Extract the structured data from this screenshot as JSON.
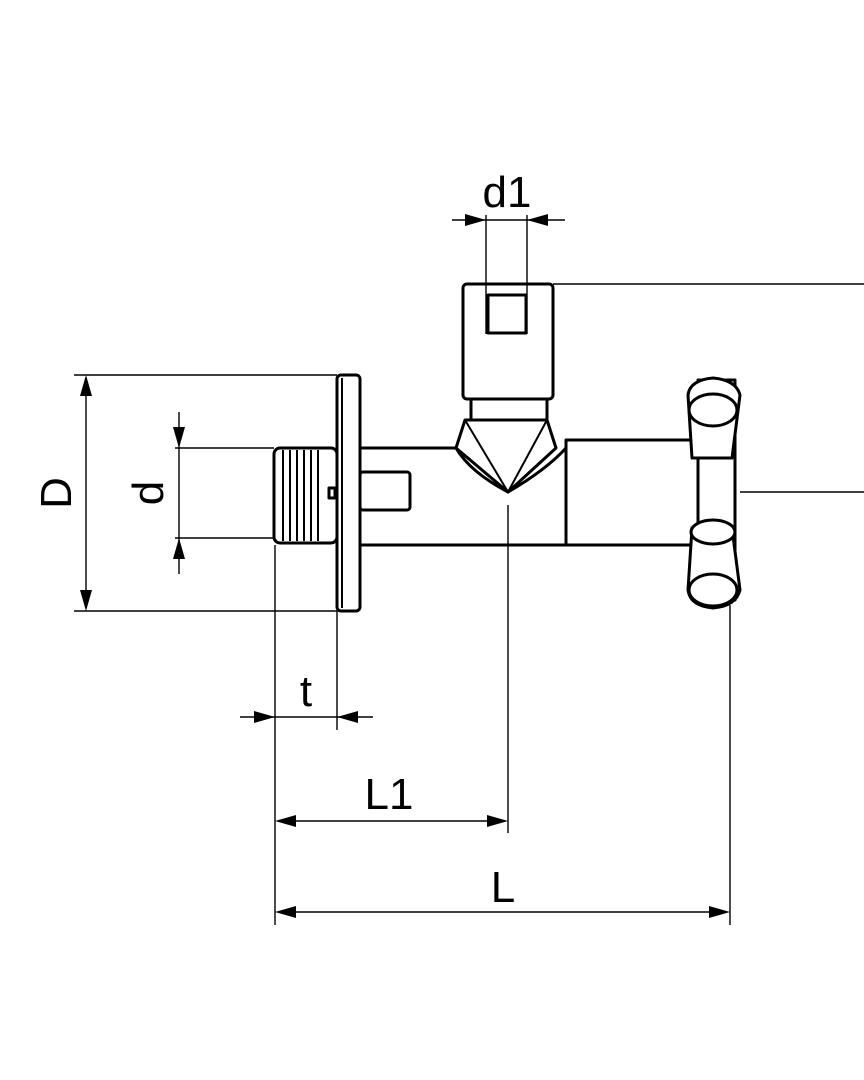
{
  "drawing": {
    "labels": {
      "d1": "d1",
      "D": "D",
      "d": "d",
      "t": "t",
      "L1": "L1",
      "L": "L"
    }
  }
}
